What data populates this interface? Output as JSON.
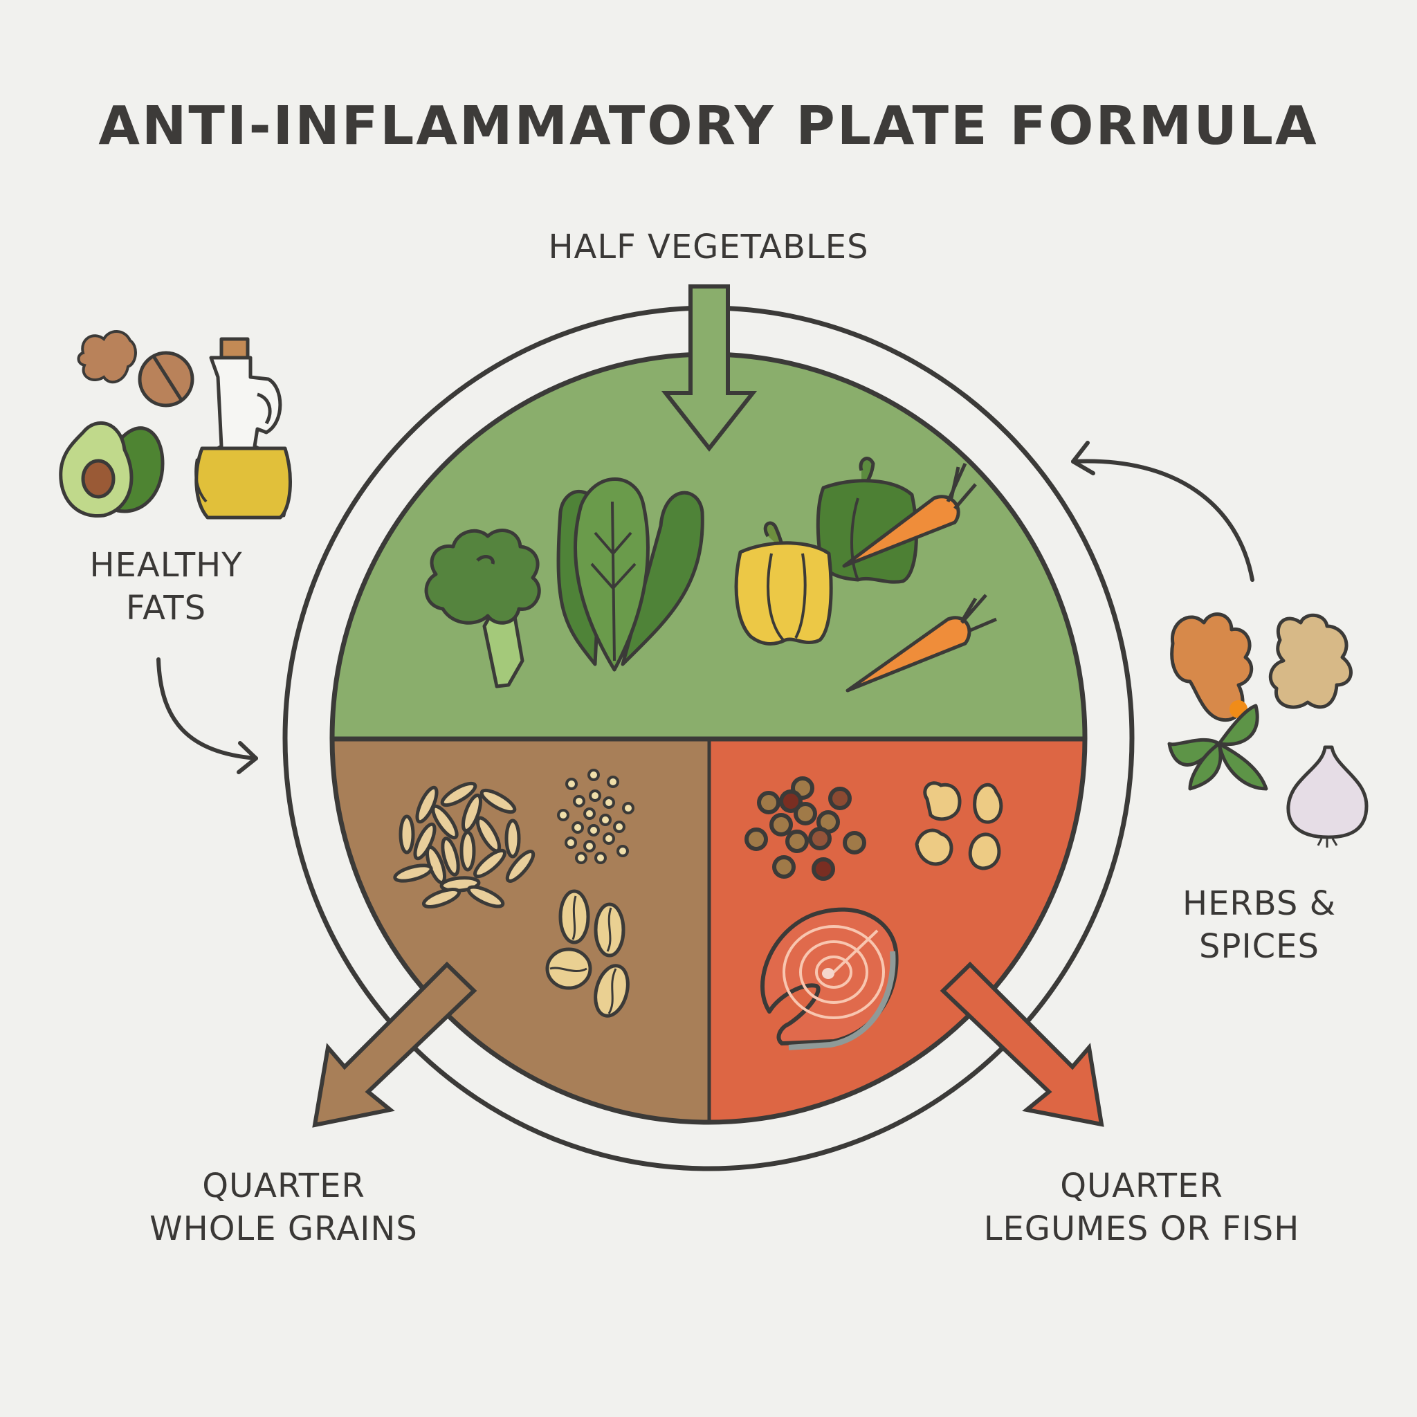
{
  "title": "ANTI-INFLAMMATORY PLATE FORMULA",
  "sections": {
    "vegetables": {
      "label": "HALF VEGETABLES",
      "portion": "1/2",
      "color": "#8aae6c",
      "items": [
        "broccoli",
        "spinach",
        "yellow bell pepper",
        "green bell pepper",
        "carrots"
      ]
    },
    "grains": {
      "label_line1": "QUARTER",
      "label_line2": "WHOLE GRAINS",
      "portion": "1/4",
      "color": "#a87f58",
      "items": [
        "rice grains",
        "quinoa / millet seeds",
        "oats / barley"
      ]
    },
    "legumes_fish": {
      "label_line1": "QUARTER",
      "label_line2": "LEGUMES OR FISH",
      "portion": "1/4",
      "color": "#dd6644",
      "items": [
        "lentils / beans",
        "chickpeas",
        "salmon steak"
      ]
    },
    "healthy_fats": {
      "label_line1": "HEALTHY",
      "label_line2": "FATS",
      "items": [
        "walnut halves",
        "whole walnut",
        "avocado",
        "olive oil bottle"
      ]
    },
    "herbs_spices": {
      "label_line1": "HERBS &",
      "label_line2": "SPICES",
      "items": [
        "turmeric root",
        "ginger root",
        "basil leaves",
        "garlic bulb"
      ]
    }
  },
  "colors": {
    "background": "#f1f1ee",
    "outline": "#3b3a38",
    "text": "#3a3836",
    "veg_green": "#8aae6c",
    "grain_brown": "#a87f58",
    "protein_orange": "#dd6644"
  }
}
